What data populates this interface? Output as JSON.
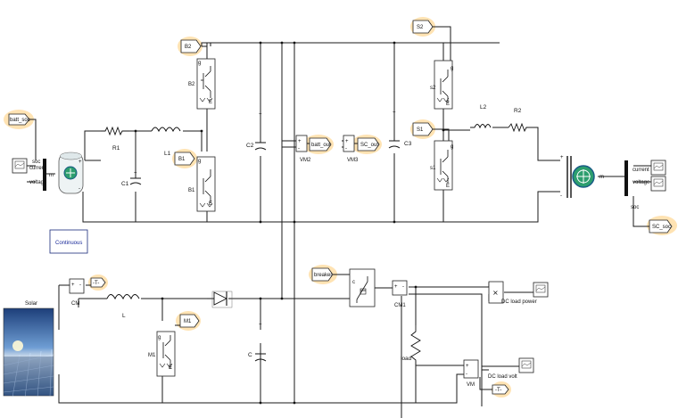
{
  "tags": {
    "batt_soc": "batt_soc",
    "b2": "B2",
    "b1": "B1",
    "s2": "S2",
    "s1": "S1",
    "batt_out": "batt_out",
    "sc_out": "SC_out",
    "sc_soc": "SC_soc",
    "m1": "M1",
    "breaker": "breaker",
    "goto1": "-T-",
    "goto2": "-T-"
  },
  "labels": {
    "r1": "R1",
    "l1": "L1",
    "c1": "C1",
    "c2": "C2",
    "c3": "C3",
    "l2": "L2",
    "r2": "R2",
    "vm2": "VM2",
    "vm3": "VM3",
    "b2_inner": "B2",
    "b1_inner": "B1",
    "s2_inner": "s2",
    "s1_inner": "s1",
    "continuous": "Continuous",
    "solar": "Solar",
    "cm": "CM",
    "l": "L",
    "m1_inner": "M1",
    "c": "C",
    "cm1": "CM1",
    "load": "load",
    "vm": "VM",
    "dc_load_power": "DC load power",
    "dc_load_volt": "DC load volt",
    "batt_current": "current",
    "batt_voltage": "voltage",
    "batt_soc_port": "soc",
    "sc_current": "current",
    "sc_voltage": "voltage",
    "sc_soc_port": "soc",
    "m_left": "m",
    "m_right": "m",
    "plus": "+",
    "minus": "-",
    "plus_r": "+",
    "minus_r": "-",
    "g": "g",
    "d": "D",
    "e": "E",
    "mult": "×",
    "sw_c": "c"
  }
}
